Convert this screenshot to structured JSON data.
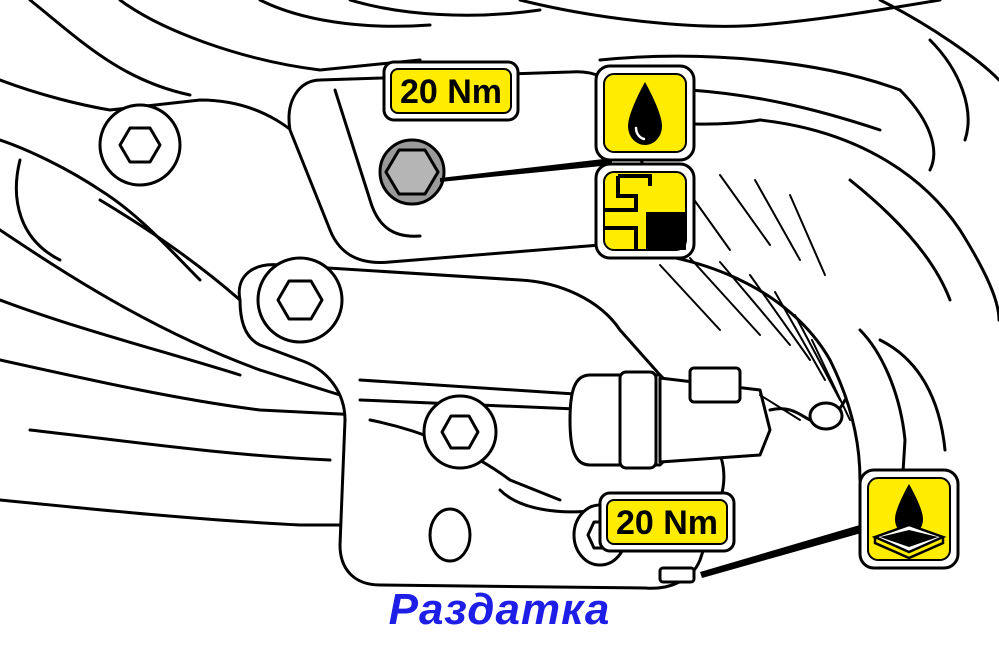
{
  "diagram": {
    "caption": "Раздатка",
    "callouts": [
      {
        "id": "torque_top",
        "label": "20 Nm"
      },
      {
        "id": "torque_bottom",
        "label": "20 Nm"
      }
    ],
    "icons": [
      {
        "name": "oil-drop-icon",
        "meaning": "fill with oil"
      },
      {
        "name": "oil-level-icon",
        "meaning": "oil level"
      },
      {
        "name": "drain-oil-icon",
        "meaning": "drain oil"
      }
    ],
    "colors": {
      "callout_fill": "#ffec00",
      "caption": "#1e1ee6",
      "plug_fill": "#9a9a9a"
    }
  }
}
